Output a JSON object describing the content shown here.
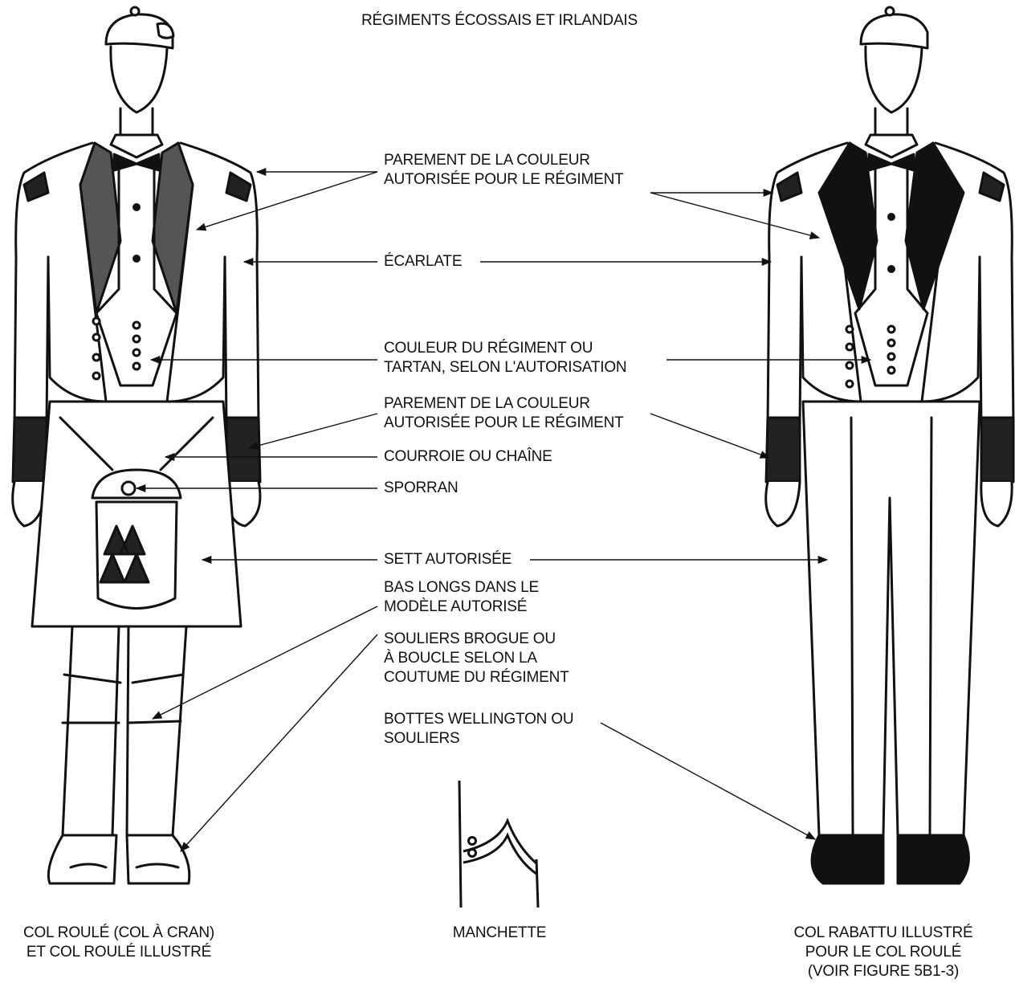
{
  "title": "RÉGIMENTS ÉCOSSAIS ET IRLANDAIS",
  "callouts": [
    {
      "id": "parement-top",
      "text": "PAREMENT DE LA COULEUR\nAUTORISÉE POUR LE RÉGIMENT"
    },
    {
      "id": "ecarlate",
      "text": "ÉCARLATE"
    },
    {
      "id": "couleur-regiment",
      "text": "COULEUR DU RÉGIMENT OU\nTARTAN, SELON L'AUTORISATION"
    },
    {
      "id": "parement-cuff",
      "text": "PAREMENT DE LA COULEUR\nAUTORISÉE POUR LE RÉGIMENT"
    },
    {
      "id": "courroie",
      "text": "COURROIE OU CHAÎNE"
    },
    {
      "id": "sporran",
      "text": "SPORRAN"
    },
    {
      "id": "sett",
      "text": "SETT AUTORISÉE"
    },
    {
      "id": "bas-longs",
      "text": "BAS LONGS DANS LE\nMODÈLE AUTORISÉ"
    },
    {
      "id": "souliers-brogue",
      "text": "SOULIERS BROGUE OU\nÀ BOUCLE SELON LA\nCOUTUME DU RÉGIMENT"
    },
    {
      "id": "bottes",
      "text": "BOTTES WELLINGTON OU\nSOULIERS"
    }
  ],
  "captions": {
    "left": "COL ROULÉ (COL À CRAN)\nET COL ROULÉ ILLUSTRÉ",
    "center": "MANCHETTE",
    "right": "COL RABATTU ILLUSTRÉ\nPOUR LE COL ROULÉ\n(VOIR FIGURE 5B1-3)"
  }
}
